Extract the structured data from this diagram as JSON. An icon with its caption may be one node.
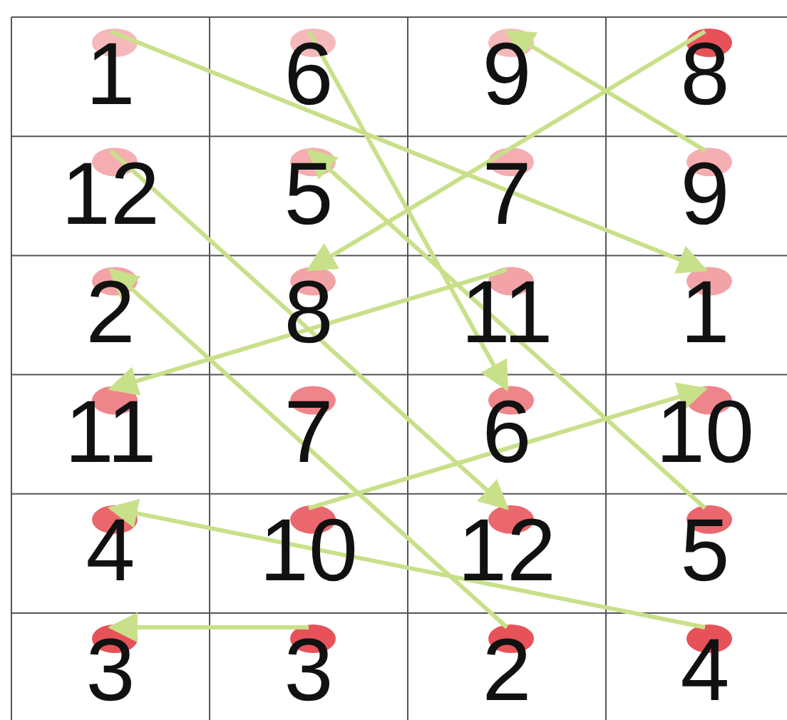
{
  "diagram": {
    "nodes": [
      {
        "text": [
          "1"
        ]
      },
      {
        "text": [
          "6"
        ]
      },
      {
        "text": [
          "9"
        ]
      },
      {
        "text": [
          "8"
        ]
      },
      {
        "text": [
          "12"
        ]
      },
      {
        "text": [
          "5"
        ]
      },
      {
        "text": [
          "7"
        ]
      },
      {
        "text": [
          "9"
        ]
      },
      {
        "text": [
          "2"
        ]
      },
      {
        "text": [
          "8"
        ]
      },
      {
        "text": [
          "11"
        ]
      },
      {
        "text": [
          "1"
        ]
      },
      {
        "text": [
          "11"
        ]
      },
      {
        "text": [
          "7"
        ]
      },
      {
        "text": [
          "6"
        ]
      },
      {
        "text": [
          "10"
        ]
      },
      {
        "text": [
          "4"
        ]
      },
      {
        "text": [
          "10"
        ]
      },
      {
        "text": [
          "12"
        ]
      },
      {
        "text": [
          "5"
        ]
      },
      {
        "text": [
          "3"
        ]
      },
      {
        "text": [
          "3"
        ]
      },
      {
        "text": [
          "2"
        ]
      },
      {
        "text": [
          "4"
        ]
      }
    ],
    "edges": [
      {
        "from": 0,
        "to": 11,
        "arrow": "to"
      },
      {
        "from": 1,
        "to": 14,
        "arrow": "to"
      },
      {
        "from": 7,
        "to": 2,
        "arrow": "to"
      },
      {
        "from": 3,
        "to": 9,
        "arrow": "to"
      },
      {
        "from": 4,
        "to": 18,
        "arrow": "to"
      },
      {
        "from": 19,
        "to": 5,
        "arrow": "to"
      },
      {
        "from": 10,
        "to": 12,
        "arrow": "to"
      },
      {
        "from": 17,
        "to": 15,
        "arrow": "to"
      },
      {
        "from": 23,
        "to": 16,
        "arrow": "to"
      },
      {
        "from": 21,
        "to": 20,
        "arrow": "to"
      },
      {
        "from": 22,
        "to": 8,
        "arrow": "to"
      }
    ]
  }
}
